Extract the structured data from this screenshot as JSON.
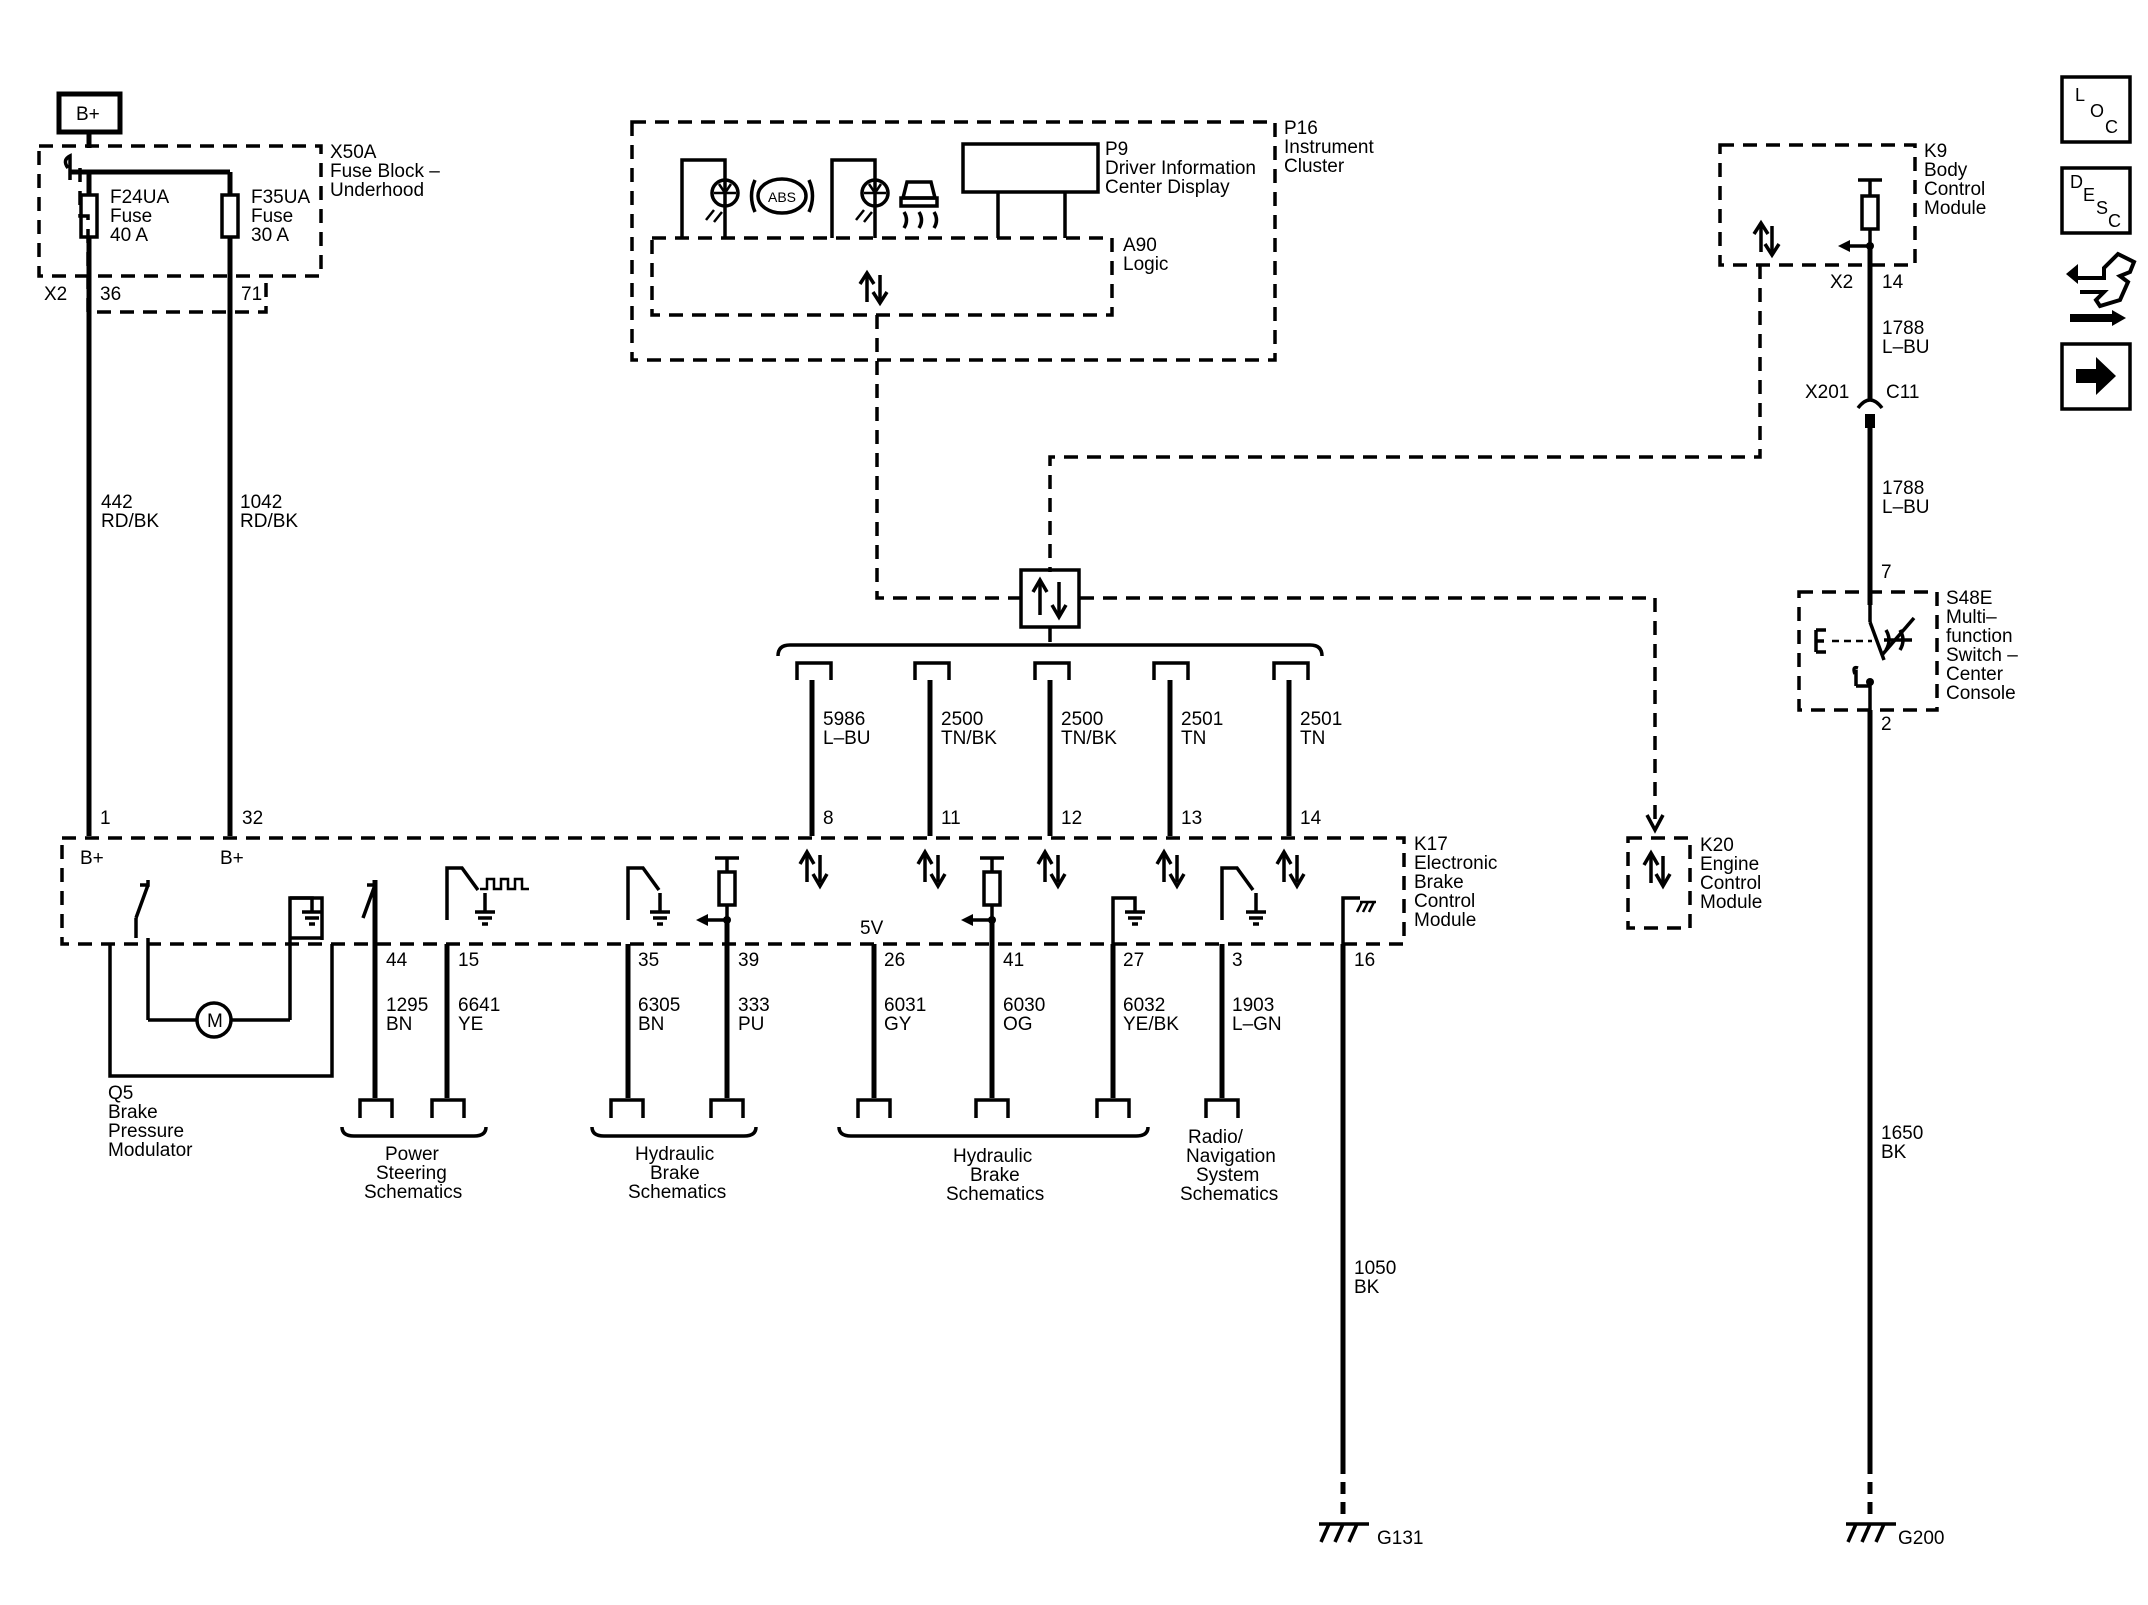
{
  "battery": {
    "label": "B+"
  },
  "fuse_block": {
    "id": "X50A",
    "name": [
      "Fuse Block –",
      "Underhood"
    ],
    "fuses": [
      {
        "id": "F24UA",
        "type": "Fuse",
        "rating": "40 A"
      },
      {
        "id": "F35UA",
        "type": "Fuse",
        "rating": "30 A"
      }
    ],
    "connector": "X2",
    "pins": [
      "36",
      "71"
    ]
  },
  "instrument_cluster": {
    "id": "P16",
    "name": [
      "Instrument",
      "Cluster"
    ],
    "display": {
      "id": "P9",
      "name": [
        "Driver Information",
        "Center Display"
      ]
    },
    "logic": {
      "id": "A90",
      "name": "Logic"
    },
    "abs_label": "ABS"
  },
  "bcm": {
    "id": "K9",
    "name": [
      "Body",
      "Control",
      "Module"
    ],
    "connector": "X2",
    "pin": "14"
  },
  "bcm_wires": [
    {
      "number": "1788",
      "color": "L–BU"
    },
    {
      "number": "1788",
      "color": "L–BU"
    }
  ],
  "inline_connector": {
    "id": "X201",
    "pin": "C11"
  },
  "switch": {
    "id": "S48E",
    "name": [
      "Multi–",
      "function",
      "Switch –",
      "Center",
      "Console"
    ],
    "pin_top": "7",
    "pin_bottom": "2"
  },
  "ebcm": {
    "id": "K17",
    "name": [
      "Electronic",
      "Brake",
      "Control",
      "Module"
    ],
    "power_pins": [
      "1",
      "32"
    ],
    "power_labels": [
      "B+",
      "B+"
    ],
    "bus_pins": [
      "8",
      "11",
      "12",
      "13",
      "14"
    ],
    "bottom_pins": [
      "44",
      "15",
      "35",
      "39",
      "26",
      "41",
      "27",
      "3",
      "16"
    ],
    "vref": "5V"
  },
  "ecm": {
    "id": "K20",
    "name": [
      "Engine",
      "Control",
      "Module"
    ]
  },
  "power_wires": [
    {
      "number": "442",
      "color": "RD/BK"
    },
    {
      "number": "1042",
      "color": "RD/BK"
    }
  ],
  "bus_wires": [
    {
      "number": "5986",
      "color": "L–BU"
    },
    {
      "number": "2500",
      "color": "TN/BK"
    },
    {
      "number": "2500",
      "color": "TN/BK"
    },
    {
      "number": "2501",
      "color": "TN"
    },
    {
      "number": "2501",
      "color": "TN"
    }
  ],
  "bottom_wires": [
    {
      "number": "1295",
      "color": "BN"
    },
    {
      "number": "6641",
      "color": "YE"
    },
    {
      "number": "6305",
      "color": "BN"
    },
    {
      "number": "333",
      "color": "PU"
    },
    {
      "number": "6031",
      "color": "GY"
    },
    {
      "number": "6030",
      "color": "OG"
    },
    {
      "number": "6032",
      "color": "YE/BK"
    },
    {
      "number": "1903",
      "color": "L–GN"
    }
  ],
  "ground_wires": [
    {
      "number": "1050",
      "color": "BK"
    },
    {
      "number": "1650",
      "color": "BK"
    }
  ],
  "grounds": [
    "G131",
    "G200"
  ],
  "modulator": {
    "id": "Q5",
    "name": [
      "Brake",
      "Pressure",
      "Modulator"
    ],
    "motor": "M"
  },
  "references": [
    {
      "label": [
        "Power",
        "Steering",
        "Schematics"
      ]
    },
    {
      "label": [
        "Hydraulic",
        "Brake",
        "Schematics"
      ]
    },
    {
      "label": [
        "Hydraulic",
        "Brake",
        "Schematics"
      ]
    },
    {
      "label": [
        "Radio/",
        "Navigation",
        "System",
        "Schematics"
      ]
    }
  ],
  "nav_icons": [
    {
      "name": "location-icon",
      "letters": [
        "L",
        "O",
        "C"
      ]
    },
    {
      "name": "description-icon",
      "letters": [
        "D",
        "E",
        "S",
        "C"
      ]
    },
    {
      "name": "connector-icon"
    },
    {
      "name": "next-arrow-icon"
    }
  ]
}
